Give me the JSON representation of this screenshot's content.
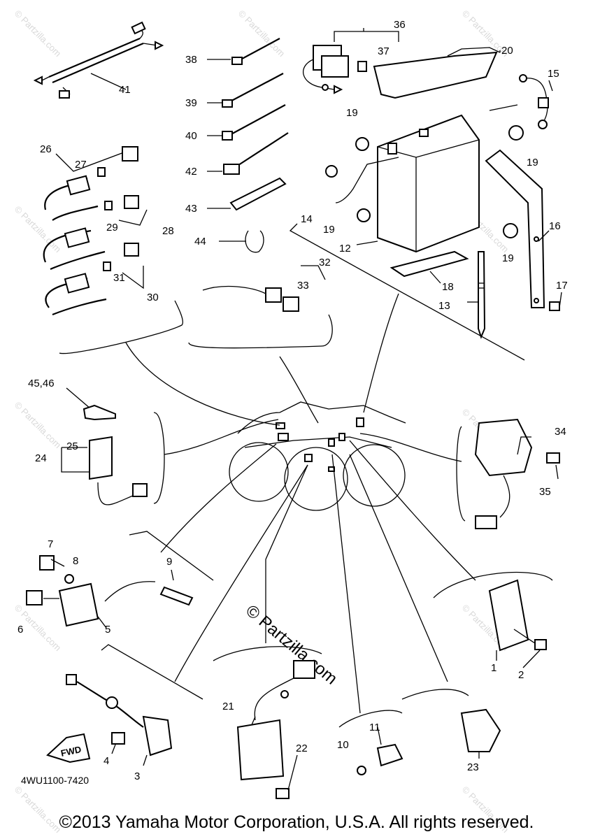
{
  "diagram_code": "4WU1100-7420",
  "copyright": "©2013  Yamaha Motor Corporation, U.S.A. All rights reserved.",
  "watermark": "© Partzilla.com",
  "fwd_label": "FWD",
  "callouts": {
    "p1": "1",
    "p2": "2",
    "p3": "3",
    "p4": "4",
    "p5": "5",
    "p6": "6",
    "p7": "7",
    "p8": "8",
    "p9": "9",
    "p10": "10",
    "p11": "11",
    "p12": "12",
    "p13": "13",
    "p14": "14",
    "p15": "15",
    "p16": "16",
    "p17": "17",
    "p18": "18",
    "p19a": "19",
    "p19b": "19",
    "p19c": "19",
    "p19d": "19",
    "p20": "20",
    "p21": "21",
    "p22": "22",
    "p23": "23",
    "p24": "24",
    "p25": "25",
    "p26": "26",
    "p27": "27",
    "p28": "28",
    "p29": "29",
    "p30": "30",
    "p31": "31",
    "p32": "32",
    "p33": "33",
    "p34": "34",
    "p35": "35",
    "p36": "36",
    "p37": "37",
    "p38": "38",
    "p39": "39",
    "p40": "40",
    "p41": "41",
    "p42": "42",
    "p43": "43",
    "p44": "44",
    "p45_46": "45,46"
  }
}
